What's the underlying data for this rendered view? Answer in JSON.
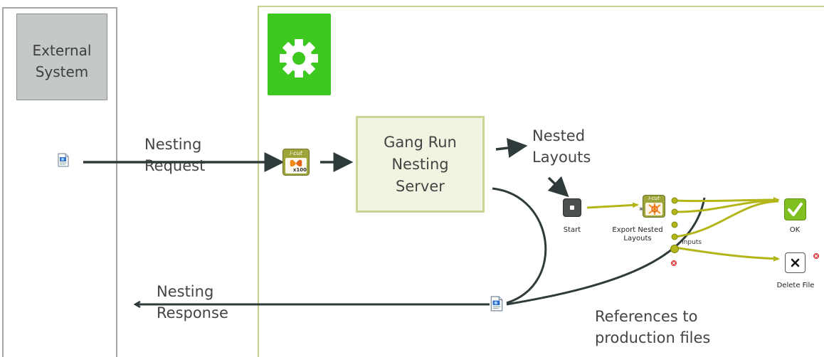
{
  "external": {
    "title": "External\nSystem"
  },
  "request": {
    "label": "Nesting\nRequest"
  },
  "response": {
    "label": "Nesting\nResponse"
  },
  "server": {
    "label": "Gang Run\nNesting\nServer"
  },
  "nested_layouts": {
    "label": "Nested\nLayouts"
  },
  "references": {
    "label": "References to\nproduction files"
  },
  "icut_badge": {
    "top": "i-cut",
    "bottom": "x100"
  },
  "workflow": {
    "start_label": "Start",
    "export_label": "Export Nested\nLayouts",
    "inputs_label": "Inputs",
    "ok_label": "OK",
    "delete_label": "Delete File"
  },
  "colors": {
    "switch_green": "#3cc81e",
    "flow_line": "#b3b619",
    "arrow": "#2f3b3b",
    "panel_border": "#c6d28c",
    "external_fill": "#c4c8c8"
  }
}
